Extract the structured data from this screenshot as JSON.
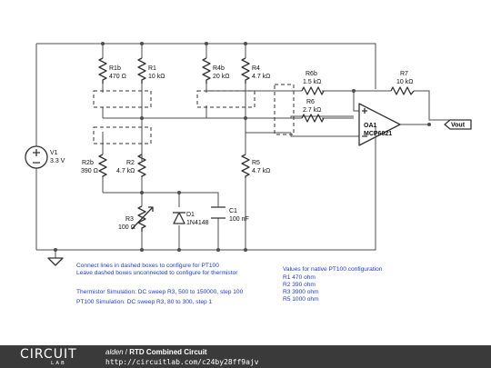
{
  "components": {
    "r1b": {
      "name": "R1b",
      "value": "470 Ω"
    },
    "r1": {
      "name": "R1",
      "value": "10 kΩ"
    },
    "r4b": {
      "name": "R4b",
      "value": "20 kΩ"
    },
    "r4": {
      "name": "R4",
      "value": "4.7 kΩ"
    },
    "r6b": {
      "name": "R6b",
      "value": "1.5 kΩ"
    },
    "r6": {
      "name": "R6",
      "value": "2.7 kΩ"
    },
    "r7": {
      "name": "R7",
      "value": "10 kΩ"
    },
    "r2b": {
      "name": "R2b",
      "value": "390 Ω"
    },
    "r2": {
      "name": "R2",
      "value": "4.7 kΩ"
    },
    "r5": {
      "name": "R5",
      "value": "4.7 kΩ"
    },
    "r3": {
      "name": "R3",
      "value": "100 Ω"
    },
    "d1": {
      "name": "D1",
      "value": "1N4148"
    },
    "c1": {
      "name": "C1",
      "value": "100 nF"
    },
    "v1": {
      "name": "V1",
      "value": "3.3 V"
    },
    "oa1": {
      "name": "OA1",
      "value": "MCP6021"
    }
  },
  "output_label": "Vout",
  "notes": {
    "dashed_1": "Connect lines in dashed boxes to configure for PT100",
    "dashed_2": "Leave dashed boxes unconnected to configure for thermistor",
    "sim_thermistor": "Thermistor Simulation: DC sweep R3, 500 to 150000, step 100",
    "sim_pt100": "PT100 Simulation: DC sweep R3, 80 to 300, step 1",
    "values_title": "Values for native PT100 configuration",
    "values": [
      "R1 470 ohm",
      "R2 390 ohm",
      "R3 3900 ohm",
      "R5 1000 ohm"
    ]
  },
  "footer": {
    "logo_top": "CIRCUIT",
    "logo_bottom": "LAB",
    "author": "alden",
    "separator": " / ",
    "title": "RTD Combined Circuit",
    "url": "http://circuitlab.com/c24by28ff9ajv"
  }
}
